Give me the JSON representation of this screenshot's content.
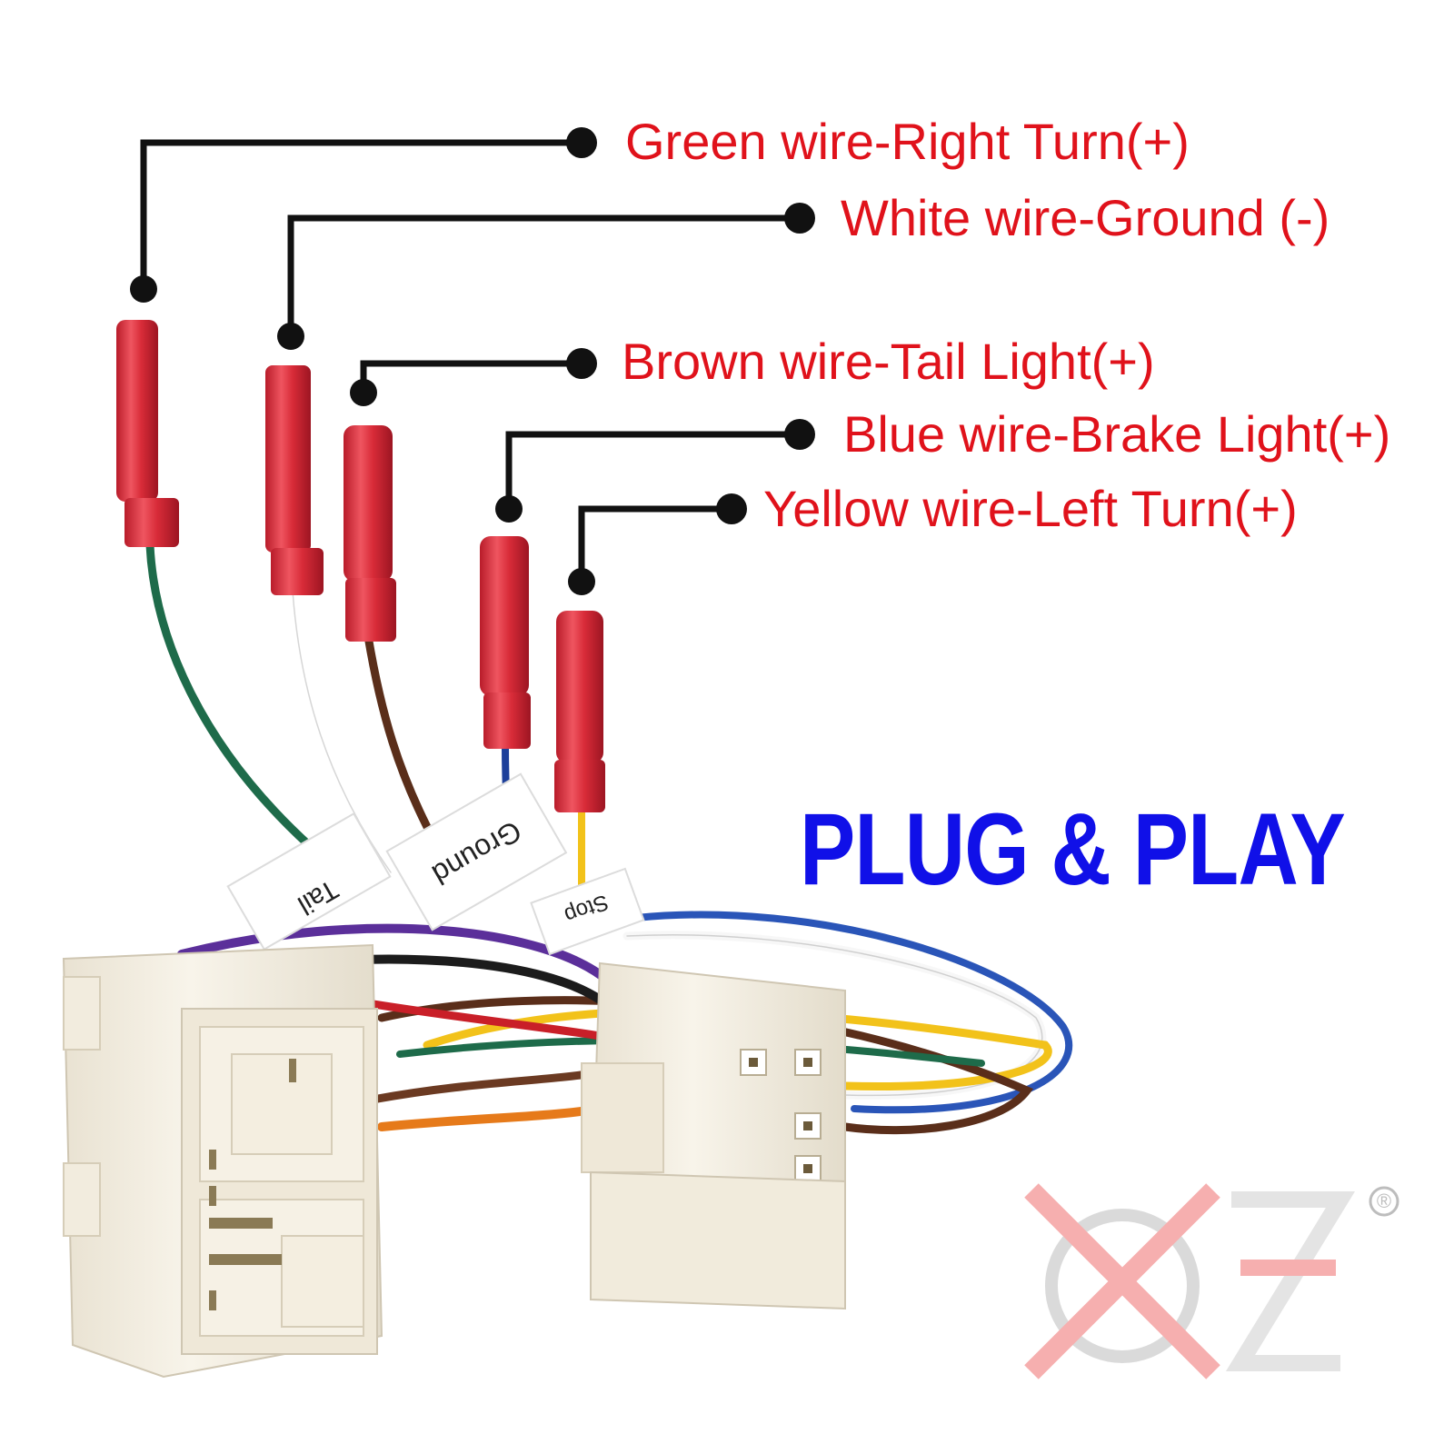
{
  "callouts": [
    {
      "wire_color": "#1e6b4a",
      "label": "Green wire-Right Turn(+)"
    },
    {
      "wire_color": "#ffffff",
      "label": "White wire-Ground (-)"
    },
    {
      "wire_color": "#5a2e1a",
      "label": "Brown wire-Tail Light(+)"
    },
    {
      "wire_color": "#1d3f9a",
      "label": "Blue wire-Brake Light(+)"
    },
    {
      "wire_color": "#f2c21a",
      "label": "Yellow wire-Left Turn(+)"
    }
  ],
  "headline": "PLUG & PLAY",
  "tags": {
    "tail": "Tail",
    "ground": "Ground",
    "stop": "Stop"
  },
  "brand": {
    "logo_text": "XZ",
    "registered_mark": "®"
  },
  "colors": {
    "label_red": "#e0121b",
    "headline_blue": "#1010e8",
    "connector_red": "#d42a35",
    "housing": "#f4efe4"
  }
}
